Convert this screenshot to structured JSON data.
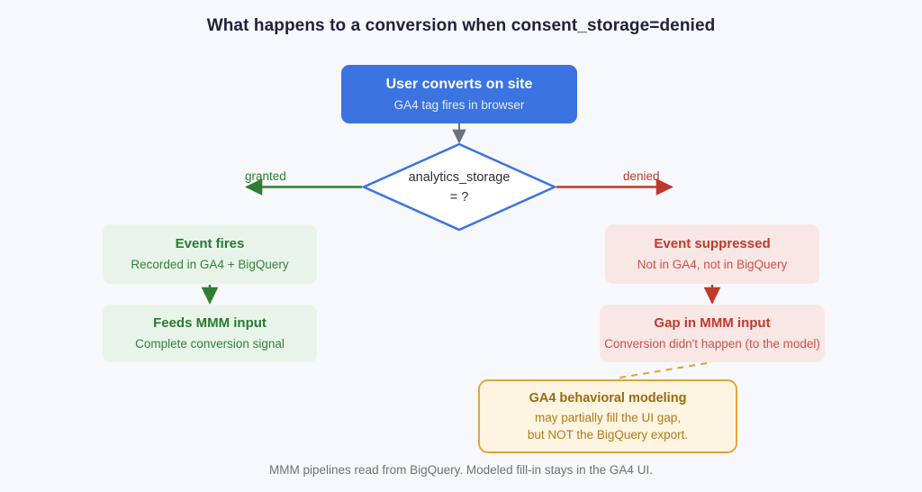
{
  "title": "What happens to a conversion when consent_storage=denied",
  "footer": "MMM pipelines read from BigQuery. Modeled fill-in stays in the GA4 UI.",
  "colors": {
    "background": "#f7f8fb",
    "title_text": "#20223a",
    "start_fill": "#3b73e0",
    "start_text": "#ffffff",
    "decision_border": "#3b73e0",
    "decision_fill": "#ffffff",
    "granted_accent": "#2f7d32",
    "denied_accent": "#c0392b",
    "green_fill": "#e8f4e9",
    "red_fill": "#f9e7e5",
    "note_fill": "#fdf5e2",
    "note_border": "#dfa63a",
    "note_text": "#a06c13",
    "footer_text": "#6b7280",
    "start_arrow": "#6b7280"
  },
  "nodes": {
    "start": {
      "heading": "User converts on site",
      "subtext": "GA4 tag fires in browser"
    },
    "decision": {
      "line1": "analytics_storage",
      "line2": "= ?"
    },
    "granted_branch_label": "granted",
    "denied_branch_label": "denied",
    "event_fires": {
      "heading": "Event fires",
      "subtext": "Recorded in GA4 + BigQuery"
    },
    "feeds_mmm": {
      "heading": "Feeds MMM input",
      "subtext": "Complete conversion signal"
    },
    "event_suppressed": {
      "heading": "Event suppressed",
      "subtext": "Not in GA4, not in BigQuery"
    },
    "gap_mmm": {
      "heading": "Gap in MMM input",
      "subtext": "Conversion didn't happen (to the model)"
    },
    "note": {
      "heading": "GA4 behavioral modeling",
      "line1": "may partially fill the UI gap,",
      "line2": "but NOT the BigQuery export."
    }
  }
}
